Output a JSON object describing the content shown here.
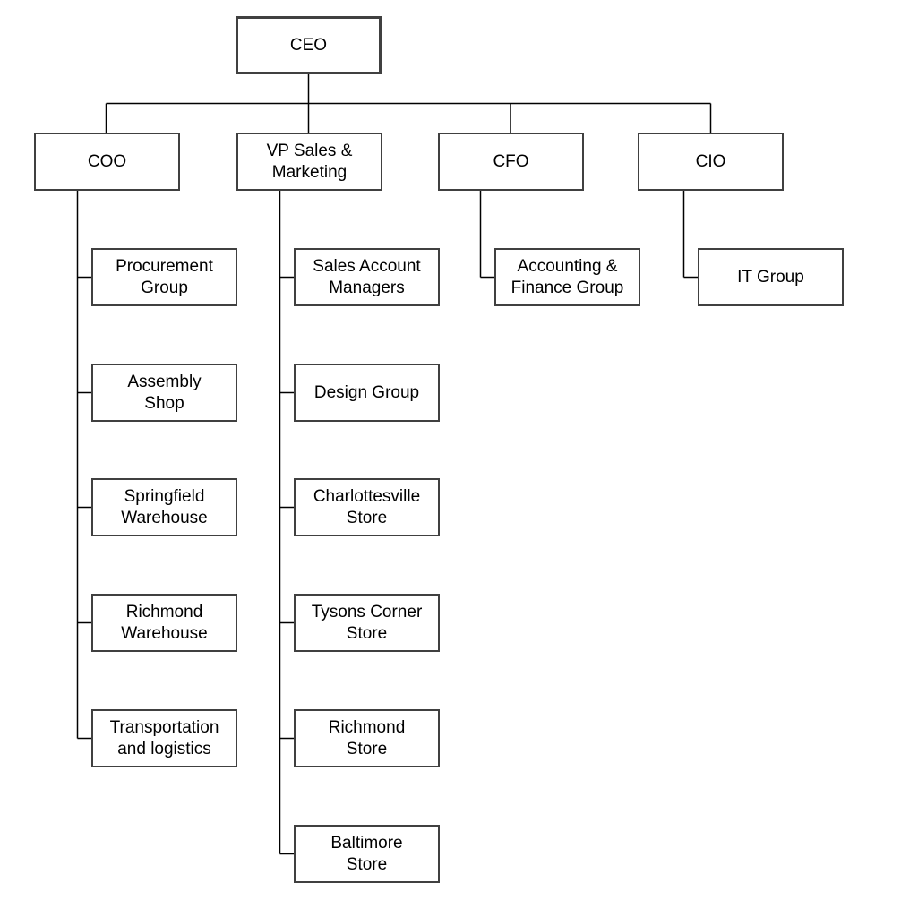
{
  "diagram": {
    "type": "org-chart",
    "background_color": "#ffffff",
    "box_fill_color": "#ffffff",
    "box_border_color": "#404040",
    "connector_color": "#000000",
    "text_color": "#000000",
    "nodes": {
      "ceo": {
        "label": "CEO"
      },
      "coo": {
        "label": "COO"
      },
      "vp_sales": {
        "label": "VP Sales &\nMarketing"
      },
      "cfo": {
        "label": "CFO"
      },
      "cio": {
        "label": "CIO"
      },
      "procurement": {
        "label": "Procurement\nGroup"
      },
      "assembly": {
        "label": "Assembly\nShop"
      },
      "springfield": {
        "label": "Springfield\nWarehouse"
      },
      "richmond_wh": {
        "label": "Richmond\nWarehouse"
      },
      "transportation": {
        "label": "Transportation\nand logistics"
      },
      "sales_managers": {
        "label": "Sales Account\nManagers"
      },
      "design": {
        "label": "Design Group"
      },
      "charlottesville": {
        "label": "Charlottesville\nStore"
      },
      "tysons": {
        "label": "Tysons Corner\nStore"
      },
      "richmond_store": {
        "label": "Richmond\nStore"
      },
      "baltimore": {
        "label": "Baltimore\nStore"
      },
      "accounting": {
        "label": "Accounting &\nFinance Group"
      },
      "it_group": {
        "label": "IT Group"
      }
    },
    "edges": [
      {
        "from": "CEO",
        "to": "COO"
      },
      {
        "from": "CEO",
        "to": "VP Sales & Marketing"
      },
      {
        "from": "CEO",
        "to": "CFO"
      },
      {
        "from": "CEO",
        "to": "CIO"
      },
      {
        "from": "COO",
        "to": "Procurement Group"
      },
      {
        "from": "COO",
        "to": "Assembly Shop"
      },
      {
        "from": "COO",
        "to": "Springfield Warehouse"
      },
      {
        "from": "COO",
        "to": "Richmond Warehouse"
      },
      {
        "from": "COO",
        "to": "Transportation and logistics"
      },
      {
        "from": "VP Sales & Marketing",
        "to": "Sales Account Managers"
      },
      {
        "from": "VP Sales & Marketing",
        "to": "Design Group"
      },
      {
        "from": "VP Sales & Marketing",
        "to": "Charlottesville Store"
      },
      {
        "from": "VP Sales & Marketing",
        "to": "Tysons Corner Store"
      },
      {
        "from": "VP Sales & Marketing",
        "to": "Richmond Store"
      },
      {
        "from": "VP Sales & Marketing",
        "to": "Baltimore Store"
      },
      {
        "from": "CFO",
        "to": "Accounting & Finance Group"
      },
      {
        "from": "CIO",
        "to": "IT Group"
      }
    ]
  }
}
